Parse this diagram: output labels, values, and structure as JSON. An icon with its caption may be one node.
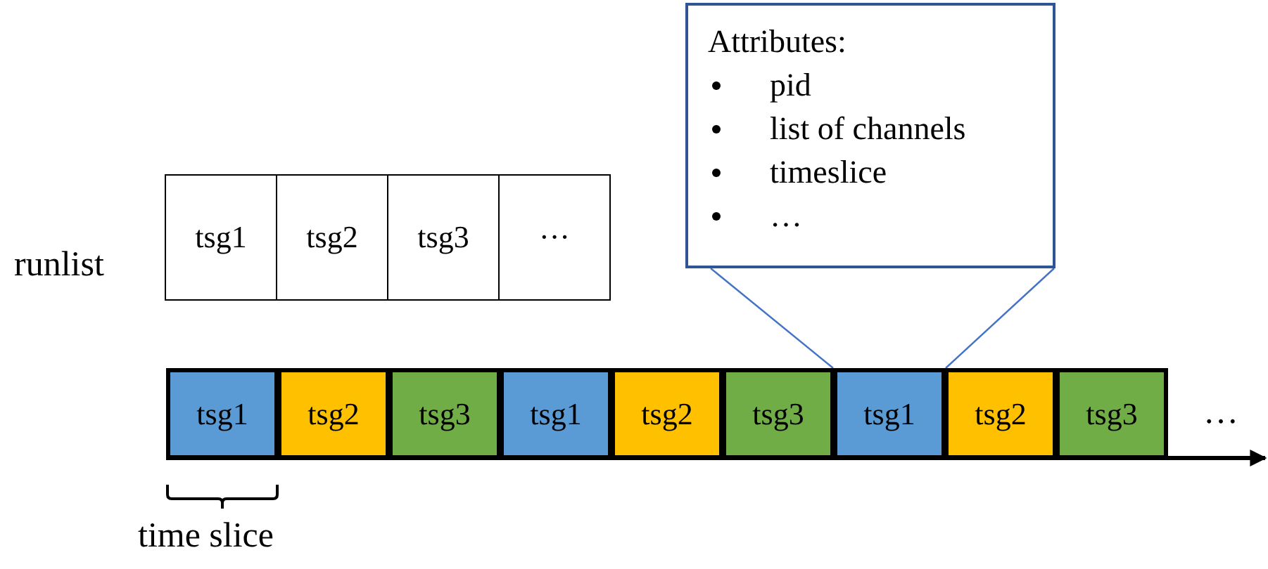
{
  "diagram": {
    "nodes": [
      {
        "text": [
          "tsg1"
        ]
      },
      {
        "text": [
          "tsg2"
        ]
      },
      {
        "text": [
          "tsg3"
        ]
      },
      {
        "text": [
          "···"
        ]
      },
      {
        "text": [
          "tsg1"
        ]
      },
      {
        "text": [
          "tsg2"
        ]
      },
      {
        "text": [
          "tsg3"
        ]
      },
      {
        "text": [
          "tsg1"
        ]
      },
      {
        "text": [
          "tsg2"
        ]
      },
      {
        "text": [
          "tsg3"
        ]
      },
      {
        "text": [
          "tsg1"
        ]
      },
      {
        "text": [
          "tsg2"
        ]
      },
      {
        "text": [
          "tsg3"
        ]
      },
      {
        "text": [
          "Attributes:",
          "pid",
          "list of channels",
          "timeslice",
          "…"
        ]
      }
    ],
    "edges": [
      {
        "from": 13,
        "to": 10,
        "arrow": "none"
      },
      {
        "from": 13,
        "to": 10,
        "arrow": "none"
      }
    ],
    "labels": [
      "runlist",
      "…",
      "time slice"
    ]
  }
}
